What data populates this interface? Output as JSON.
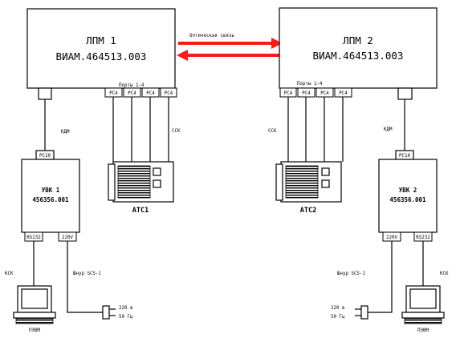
{
  "colors": {
    "optical_link": "#ff1a1a",
    "line": "#000000",
    "background": "#ffffff"
  },
  "optical_link": {
    "label": "Оптическая связь"
  },
  "lpm1": {
    "title": "ЛПМ 1",
    "code": "ВИАМ.464513.003",
    "ports_label": "Порты 1-4",
    "ports": [
      "PC4",
      "PC4",
      "PC4",
      "PC4"
    ]
  },
  "lpm2": {
    "title": "ЛПМ 2",
    "code": "ВИАМ.464513.003",
    "ports_label": "Порты 1-4",
    "ports": [
      "PC4",
      "PC4",
      "PC4",
      "PC4"
    ]
  },
  "cable_lpm_uvk": "КДМ",
  "cable_lpm_ats": "ССК",
  "uvk1": {
    "title": "УВК 1",
    "code": "456356.001",
    "top_port": "PC10",
    "port_rs": "RS232",
    "port_pw": "220V"
  },
  "uvk2": {
    "title": "УВК 2",
    "code": "456356.001",
    "top_port": "PC10",
    "port_rs": "RS232",
    "port_pw": "220V"
  },
  "ats1": {
    "label": "АТС1"
  },
  "ats2": {
    "label": "АТС2"
  },
  "pc1": {
    "cable": "КСК",
    "label": "ПЭВМ"
  },
  "pc2": {
    "cable": "КСК",
    "label": "ПЭВМ"
  },
  "power_cord": "Шнур SCS-1",
  "mains1": {
    "voltage": "220 в",
    "freq": "50 Гц"
  },
  "mains2": {
    "voltage": "220 в",
    "freq": "50 Гц"
  }
}
